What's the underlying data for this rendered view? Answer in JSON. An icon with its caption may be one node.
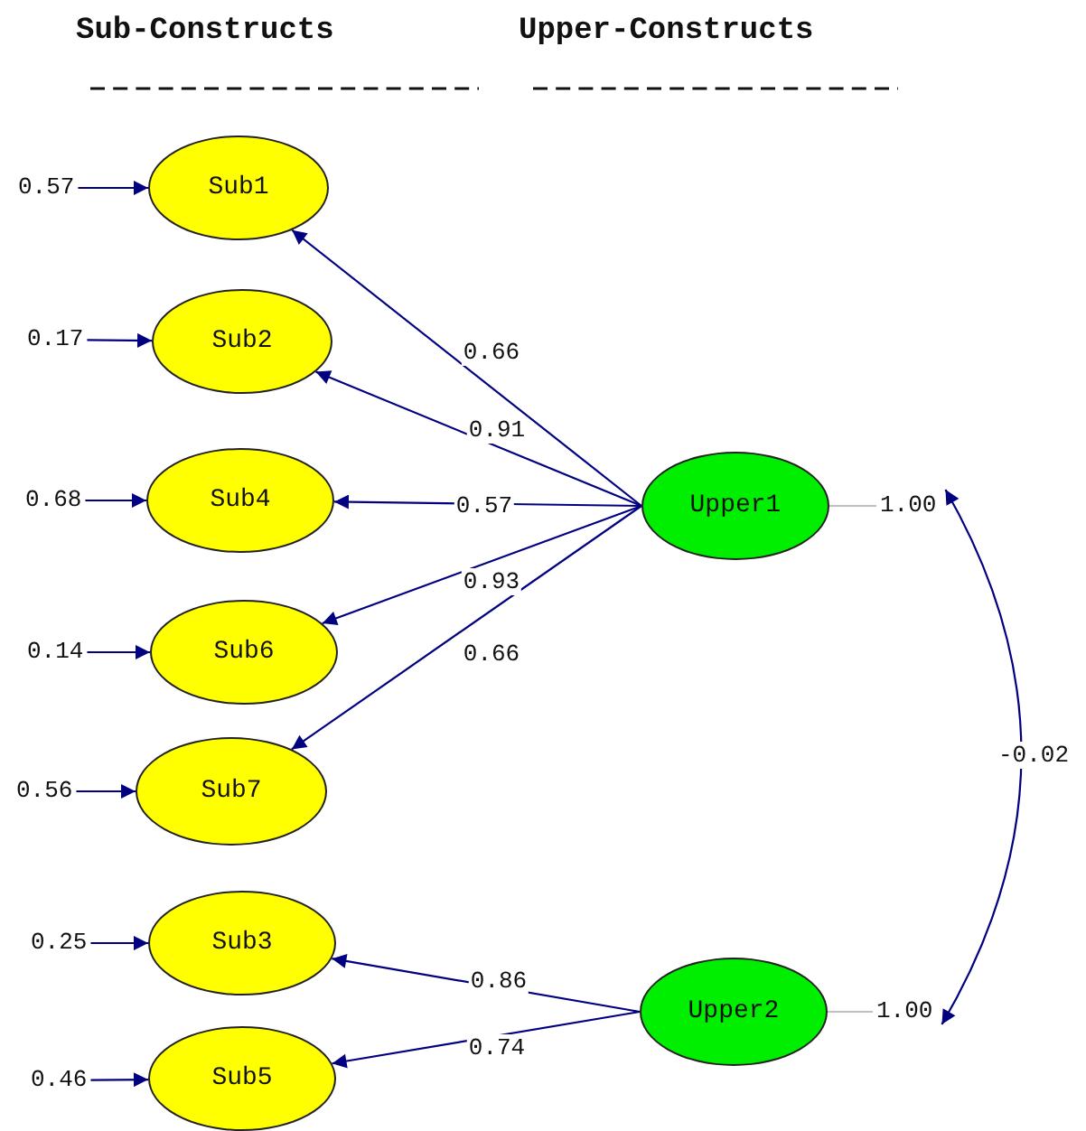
{
  "diagram": {
    "nodes": [
      {
        "text": [
          "0.57"
        ]
      },
      {
        "text": [
          "Sub1"
        ]
      },
      {
        "text": [
          "0.17"
        ]
      },
      {
        "text": [
          "Sub2"
        ]
      },
      {
        "text": [
          "0.68"
        ]
      },
      {
        "text": [
          "Sub4"
        ]
      },
      {
        "text": [
          "0.14"
        ]
      },
      {
        "text": [
          "Sub6"
        ]
      },
      {
        "text": [
          "0.56"
        ]
      },
      {
        "text": [
          "Sub7"
        ]
      },
      {
        "text": [
          "Upper1"
        ]
      },
      {
        "text": [
          "1.00"
        ]
      },
      {
        "text": [
          "0.25"
        ]
      },
      {
        "text": [
          "Sub3"
        ]
      },
      {
        "text": [
          "0.46"
        ]
      },
      {
        "text": [
          "Sub5"
        ]
      },
      {
        "text": [
          "Upper2"
        ]
      },
      {
        "text": [
          "1.00"
        ]
      }
    ],
    "edges": [
      {
        "from": 0,
        "to": 1,
        "arrow": "to"
      },
      {
        "from": 2,
        "to": 3,
        "arrow": "to"
      },
      {
        "from": 4,
        "to": 5,
        "arrow": "to"
      },
      {
        "from": 6,
        "to": 7,
        "arrow": "to"
      },
      {
        "from": 8,
        "to": 9,
        "arrow": "to"
      },
      {
        "from": 12,
        "to": 13,
        "arrow": "to"
      },
      {
        "from": 14,
        "to": 15,
        "arrow": "to"
      },
      {
        "from": 10,
        "to": 1,
        "arrow": "to",
        "label": "0.66"
      },
      {
        "from": 10,
        "to": 3,
        "arrow": "to",
        "label": "0.91"
      },
      {
        "from": 10,
        "to": 5,
        "arrow": "to",
        "label": "0.57"
      },
      {
        "from": 10,
        "to": 7,
        "arrow": "to",
        "label": "0.93"
      },
      {
        "from": 10,
        "to": 9,
        "arrow": "to",
        "label": "0.66"
      },
      {
        "from": 16,
        "to": 13,
        "arrow": "to",
        "label": "0.86"
      },
      {
        "from": 16,
        "to": 15,
        "arrow": "to",
        "label": "0.74"
      },
      {
        "from": 10,
        "to": 11,
        "arrow": "none",
        "color": "#c0c0c0"
      },
      {
        "from": 16,
        "to": 17,
        "arrow": "none",
        "color": "#c0c0c0"
      },
      {
        "from": 11,
        "to": 17,
        "arrow": "both",
        "label": "-0.02"
      }
    ],
    "labels": [
      "Sub-Constructs",
      "Upper-Constructs"
    ]
  }
}
